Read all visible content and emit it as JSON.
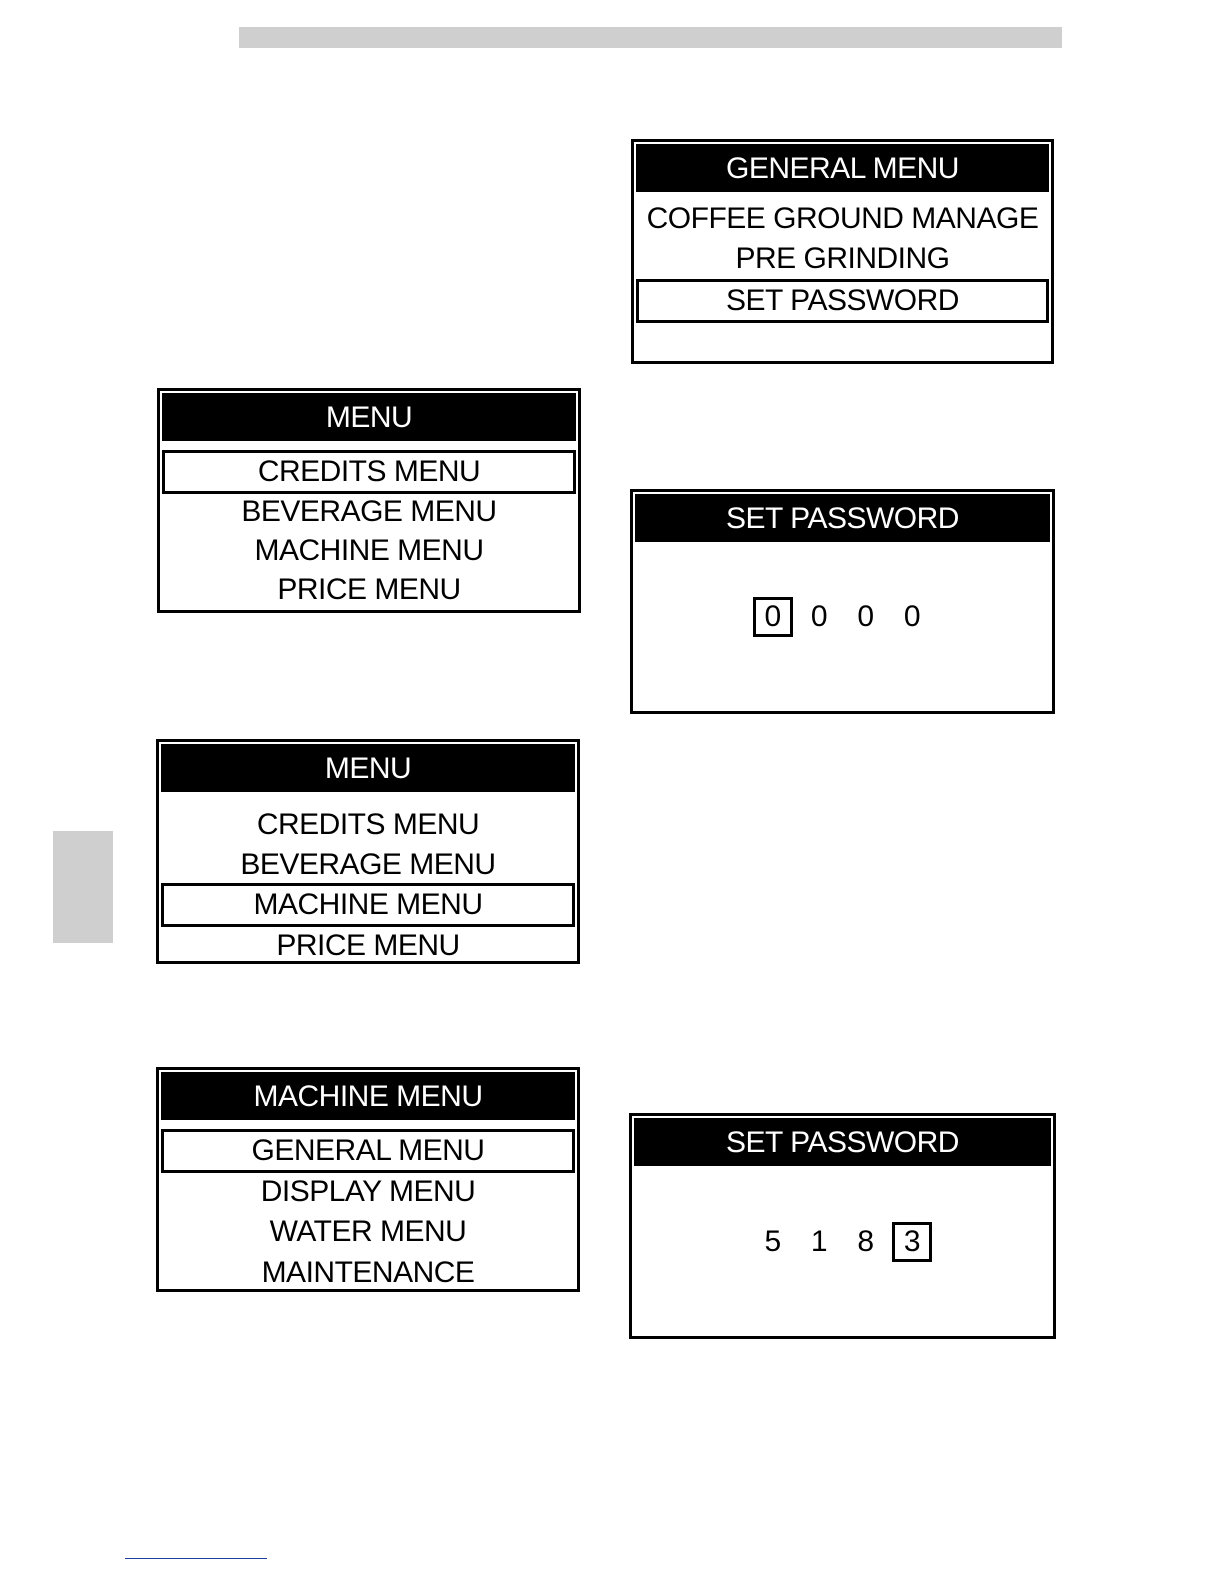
{
  "screens": {
    "general_menu": {
      "title": "GENERAL MENU",
      "items": [
        "COFFEE GROUND MANAGE",
        "PRE GRINDING",
        "SET PASSWORD"
      ],
      "selected_index": 2
    },
    "menu_a": {
      "title": "MENU",
      "items": [
        "CREDITS MENU",
        "BEVERAGE MENU",
        "MACHINE MENU",
        "PRICE MENU"
      ],
      "selected_index": 0
    },
    "set_password_a": {
      "title": "SET PASSWORD",
      "digits": [
        "0",
        "0",
        "0",
        "0"
      ],
      "selected_index": 0
    },
    "menu_b": {
      "title": "MENU",
      "items": [
        "CREDITS MENU",
        "BEVERAGE MENU",
        "MACHINE MENU",
        "PRICE MENU"
      ],
      "selected_index": 2
    },
    "machine_menu": {
      "title": "MACHINE MENU",
      "items": [
        "GENERAL MENU",
        "DISPLAY MENU",
        "WATER MENU",
        "MAINTENANCE"
      ],
      "selected_index": 0
    },
    "set_password_b": {
      "title": "SET PASSWORD",
      "digits": [
        "5",
        "1",
        "8",
        "3"
      ],
      "selected_index": 3
    }
  },
  "colors": {
    "header_bg": "#000000",
    "header_text": "#ffffff",
    "page_band": "#cfcfcf"
  }
}
